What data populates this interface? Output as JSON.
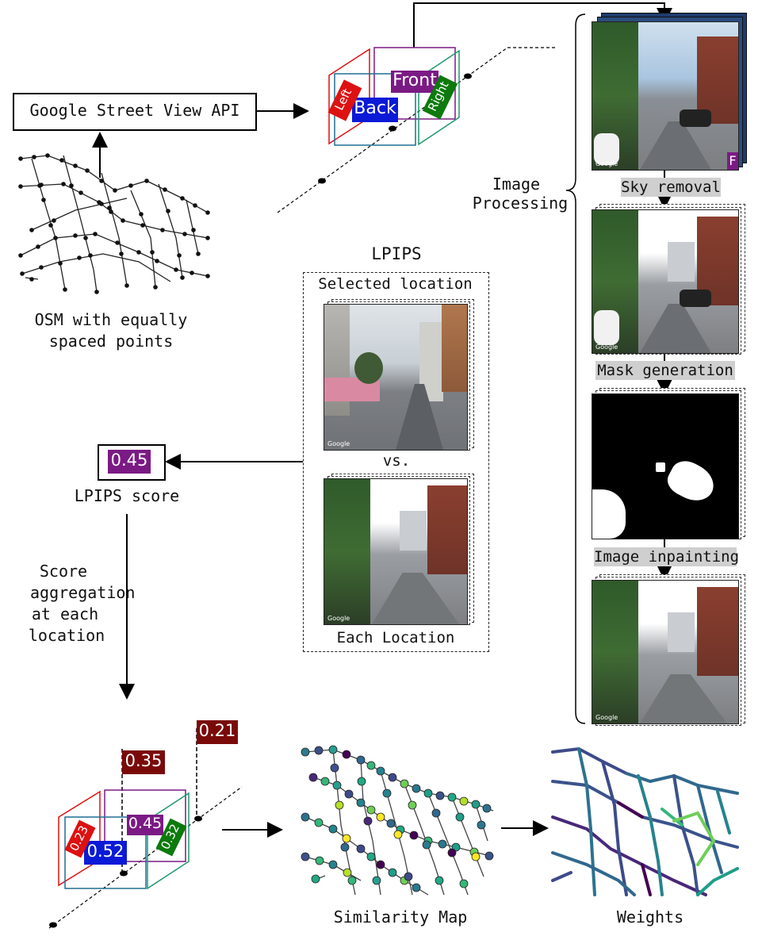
{
  "api_box": "Google Street View API",
  "osm_caption": [
    "OSM with equally",
    "spaced points"
  ],
  "views": {
    "front": "Front",
    "back": "Back",
    "left": "Left",
    "right": "Right"
  },
  "image_processing": [
    "Image",
    "Processing"
  ],
  "steps": {
    "sky": "Sky removal",
    "mask": "Mask generation",
    "inpaint": "Image inpainting"
  },
  "front_badge": "F",
  "photo_credit": "Google",
  "lpips": {
    "title": "LPIPS",
    "selected": "Selected location",
    "vs": "vs.",
    "each": "Each Location",
    "score_value": "0.45",
    "score_label": "LPIPS score"
  },
  "aggregation": [
    "Score",
    "aggregation",
    "at each",
    "location"
  ],
  "bottom_scores": {
    "s021": "0.21",
    "s035": "0.35",
    "s045": "0.45",
    "s052": "0.52",
    "s023": "0.23",
    "s032": "0.32"
  },
  "similarity_map": "Similarity Map",
  "weights": "Weights",
  "colors": {
    "purple": "#7b1a84",
    "blue": "#0a1ad6",
    "red": "#dd1111",
    "green": "#0c7a0c",
    "maroon": "#7a0a0a",
    "teal_frame": "#1f6f93",
    "gray_bar": "#cfcfcf"
  }
}
